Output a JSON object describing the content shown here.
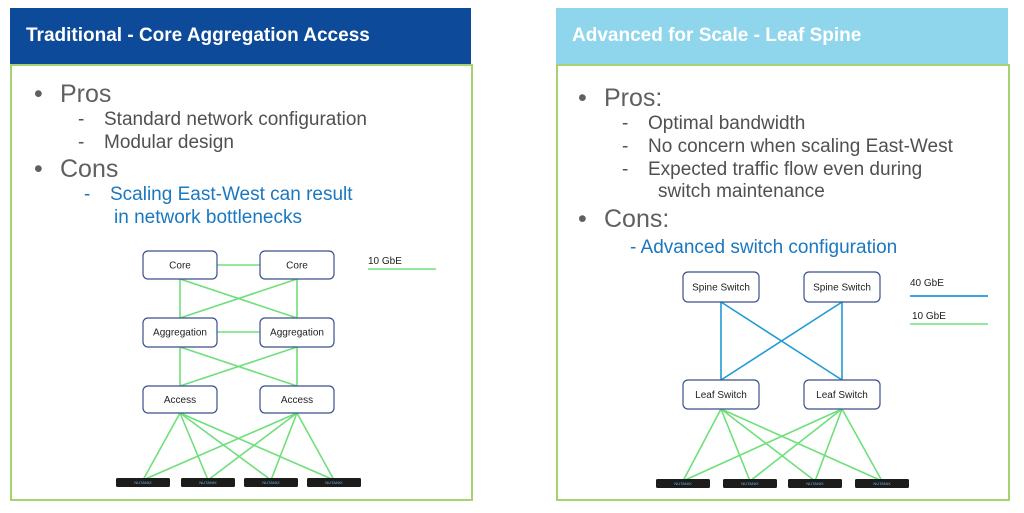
{
  "left_panel": {
    "title": "Traditional - Core Aggregation Access",
    "pros_heading": "Pros",
    "pros": [
      "Standard network configuration",
      "Modular design"
    ],
    "cons_heading": "Cons",
    "cons": [
      "Scaling East-West can result",
      "in network bottlenecks"
    ],
    "nodes": {
      "core": [
        "Core",
        "Core"
      ],
      "aggregation": [
        "Aggregation",
        "Aggregation"
      ],
      "access": [
        "Access",
        "Access"
      ]
    },
    "legend": [
      "10 GbE"
    ],
    "server_label": "NUTANIX"
  },
  "right_panel": {
    "title": "Advanced for Scale - Leaf Spine",
    "pros_heading": "Pros:",
    "pros": [
      "Optimal bandwidth",
      "No concern when scaling East-West",
      "Expected traffic flow even during",
      "switch maintenance"
    ],
    "cons_heading": "Cons:",
    "cons": [
      "- Advanced switch configuration"
    ],
    "nodes": {
      "spine": [
        "Spine Switch",
        "Spine Switch"
      ],
      "leaf": [
        "Leaf Switch",
        "Leaf Switch"
      ]
    },
    "legend": [
      "40 GbE",
      "10 GbE"
    ],
    "server_label": "NUTANIX"
  },
  "colors": {
    "left_header": "#0d4a9a",
    "right_header": "#8fd5ec",
    "panel_border": "#a6d36f",
    "green_link": "#6ee07a",
    "blue_link": "#1f9ad6",
    "node_border": "#3b4f8c",
    "cons_text": "#1a78c0"
  }
}
